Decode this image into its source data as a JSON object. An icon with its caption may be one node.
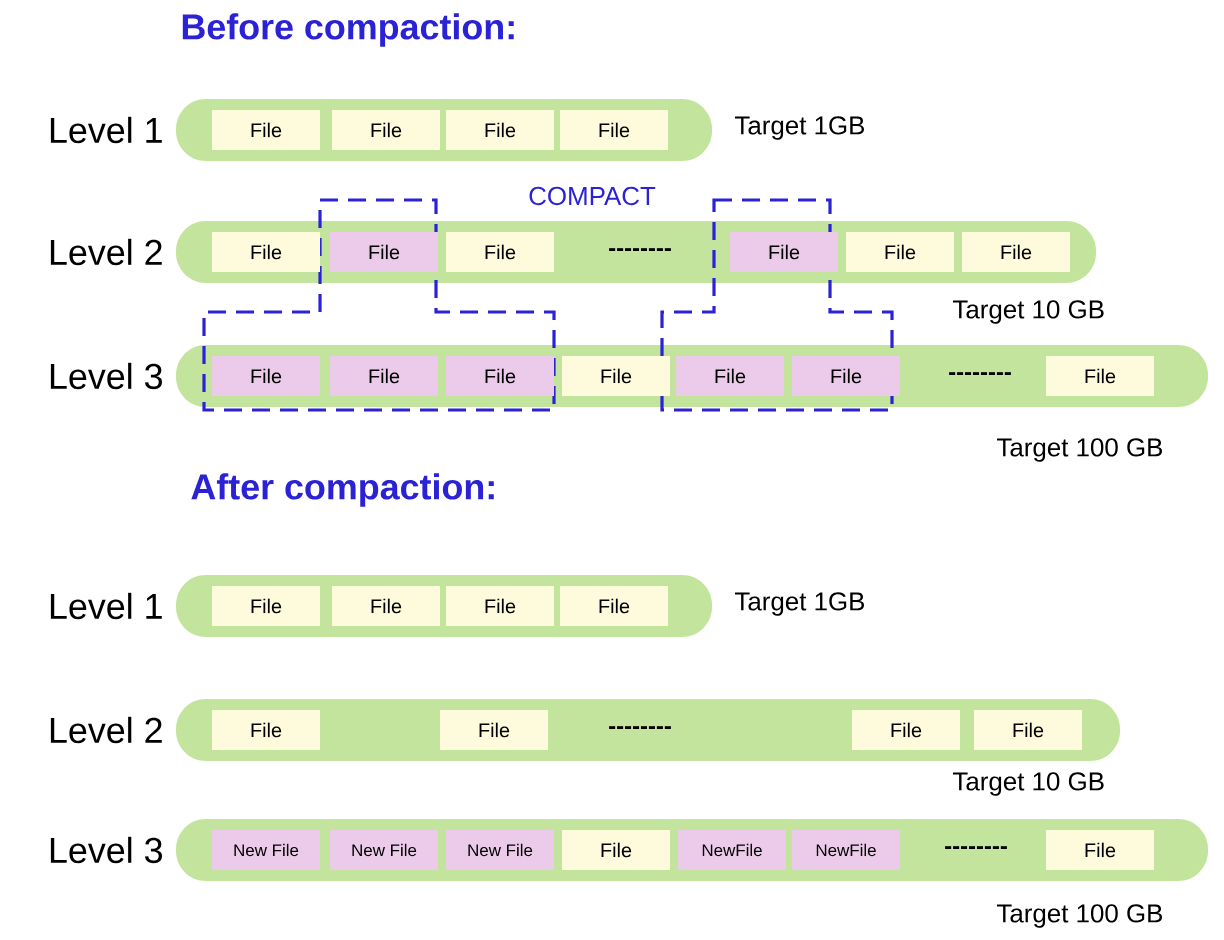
{
  "diagram": {
    "nodes": [
      {
        "text": [],
        "shape": "bar",
        "beside": [
          "Level 1",
          "Target 1GB"
        ]
      },
      {
        "text": [
          "File"
        ],
        "in": 0
      },
      {
        "text": [
          "File"
        ],
        "in": 0
      },
      {
        "text": [
          "File"
        ],
        "in": 0
      },
      {
        "text": [
          "File"
        ],
        "in": 0
      },
      {
        "text": [],
        "shape": "bar",
        "beside": [
          "Level 2",
          "Target 10 GB"
        ]
      },
      {
        "text": [
          "File"
        ],
        "in": 5
      },
      {
        "text": [
          "File"
        ],
        "in": 5
      },
      {
        "text": [
          "File"
        ],
        "in": 5
      },
      {
        "text": [
          "File"
        ],
        "in": 5
      },
      {
        "text": [
          "File"
        ],
        "in": 5
      },
      {
        "text": [
          "File"
        ],
        "in": 5
      },
      {
        "text": [],
        "shape": "bar",
        "beside": [
          "Level 3",
          "Target 100 GB"
        ]
      },
      {
        "text": [
          "File"
        ],
        "in": 12
      },
      {
        "text": [
          "File"
        ],
        "in": 12
      },
      {
        "text": [
          "File"
        ],
        "in": 12
      },
      {
        "text": [
          "File"
        ],
        "in": 12
      },
      {
        "text": [
          "File"
        ],
        "in": 12
      },
      {
        "text": [
          "File"
        ],
        "in": 12
      },
      {
        "text": [
          "File"
        ],
        "in": 12
      },
      {
        "text": [],
        "shape": "bar",
        "beside": [
          "Level 1",
          "Target 1GB"
        ]
      },
      {
        "text": [
          "File"
        ],
        "in": 20
      },
      {
        "text": [
          "File"
        ],
        "in": 20
      },
      {
        "text": [
          "File"
        ],
        "in": 20
      },
      {
        "text": [
          "File"
        ],
        "in": 20
      },
      {
        "text": [],
        "shape": "bar",
        "beside": [
          "Level 2",
          "Target 10 GB"
        ]
      },
      {
        "text": [
          "File"
        ],
        "in": 25
      },
      {
        "text": [
          "File"
        ],
        "in": 25
      },
      {
        "text": [
          "File"
        ],
        "in": 25
      },
      {
        "text": [
          "File"
        ],
        "in": 25
      },
      {
        "text": [],
        "shape": "bar",
        "beside": [
          "Level 3",
          "Target 100 GB"
        ]
      },
      {
        "text": [
          "New File"
        ],
        "in": 30
      },
      {
        "text": [
          "New File"
        ],
        "in": 30
      },
      {
        "text": [
          "New File"
        ],
        "in": 30
      },
      {
        "text": [
          "File"
        ],
        "in": 30
      },
      {
        "text": [
          "NewFile"
        ],
        "in": 30
      },
      {
        "text": [
          "NewFile"
        ],
        "in": 30
      },
      {
        "text": [
          "File"
        ],
        "in": 30
      }
    ],
    "labels": [
      "Before compaction:",
      "COMPACT",
      "--------",
      "--------",
      "After compaction:",
      "--------",
      "--------"
    ]
  }
}
